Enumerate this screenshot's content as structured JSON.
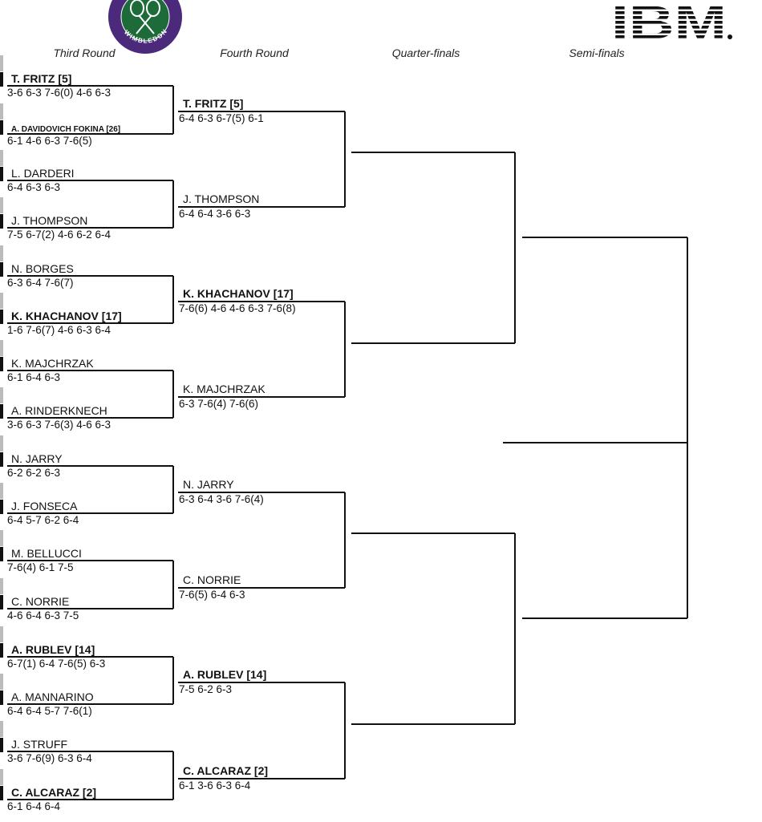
{
  "header": {
    "rounds": [
      "Third Round",
      "Fourth Round",
      "Quarter-finals",
      "Semi-finals"
    ],
    "wimbledon_logo_text": "THE CHAMPIONSHIPS WIMBLEDON",
    "ibm_logo_text": "IBM"
  },
  "third_round": [
    {
      "name": "T. FRITZ [5]",
      "score": "3-6 6-3 7-6(0) 4-6 6-3",
      "winner": true
    },
    {
      "name": "A. DAVIDOVICH FOKINA [26]",
      "score": "6-1 4-6 6-3 7-6(5)",
      "winner": true,
      "small": true
    },
    {
      "name": "L. DARDERI",
      "score": "6-4 6-3 6-3",
      "winner": false
    },
    {
      "name": "J. THOMPSON",
      "score": "7-5 6-7(2) 4-6 6-2 6-4",
      "winner": false
    },
    {
      "name": "N. BORGES",
      "score": "6-3 6-4 7-6(7)",
      "winner": false
    },
    {
      "name": "K. KHACHANOV [17]",
      "score": "1-6 7-6(7) 4-6 6-3 6-4",
      "winner": true
    },
    {
      "name": "K. MAJCHRZAK",
      "score": "6-1 6-4 6-3",
      "winner": false
    },
    {
      "name": "A. RINDERKNECH",
      "score": "3-6 6-3 7-6(3) 4-6 6-3",
      "winner": false
    },
    {
      "name": "N. JARRY",
      "score": "6-2 6-2 6-3",
      "winner": false
    },
    {
      "name": "J. FONSECA",
      "score": "6-4 5-7 6-2 6-4",
      "winner": false
    },
    {
      "name": "M. BELLUCCI",
      "score": "7-6(4) 6-1 7-5",
      "winner": false
    },
    {
      "name": "C. NORRIE",
      "score": "4-6 6-4 6-3 7-5",
      "winner": false
    },
    {
      "name": "A. RUBLEV [14]",
      "score": "6-7(1) 6-4 7-6(5) 6-3",
      "winner": true
    },
    {
      "name": "A. MANNARINO",
      "score": "6-4 6-4 5-7 7-6(1)",
      "winner": false
    },
    {
      "name": "J. STRUFF",
      "score": "3-6 7-6(9) 6-3 6-4",
      "winner": false
    },
    {
      "name": "C. ALCARAZ [2]",
      "score": "6-1 6-4 6-4",
      "winner": true
    }
  ],
  "fourth_round": [
    {
      "name": "T. FRITZ [5]",
      "score": "6-4 6-3 6-7(5) 6-1",
      "winner": true
    },
    {
      "name": "J. THOMPSON",
      "score": "6-4 6-4 3-6 6-3",
      "winner": false
    },
    {
      "name": "K. KHACHANOV [17]",
      "score": "7-6(6) 4-6 4-6 6-3 7-6(8)",
      "winner": true
    },
    {
      "name": "K. MAJCHRZAK",
      "score": "6-3 7-6(4) 7-6(6)",
      "winner": false
    },
    {
      "name": "N. JARRY",
      "score": "6-3 6-4 3-6 7-6(4)",
      "winner": false
    },
    {
      "name": "C. NORRIE",
      "score": "7-6(5) 6-4 6-3",
      "winner": false
    },
    {
      "name": "A. RUBLEV [14]",
      "score": "7-5 6-2 6-3",
      "winner": true
    },
    {
      "name": "C. ALCARAZ [2]",
      "score": "6-1 3-6 6-3 6-4",
      "winner": true
    }
  ]
}
